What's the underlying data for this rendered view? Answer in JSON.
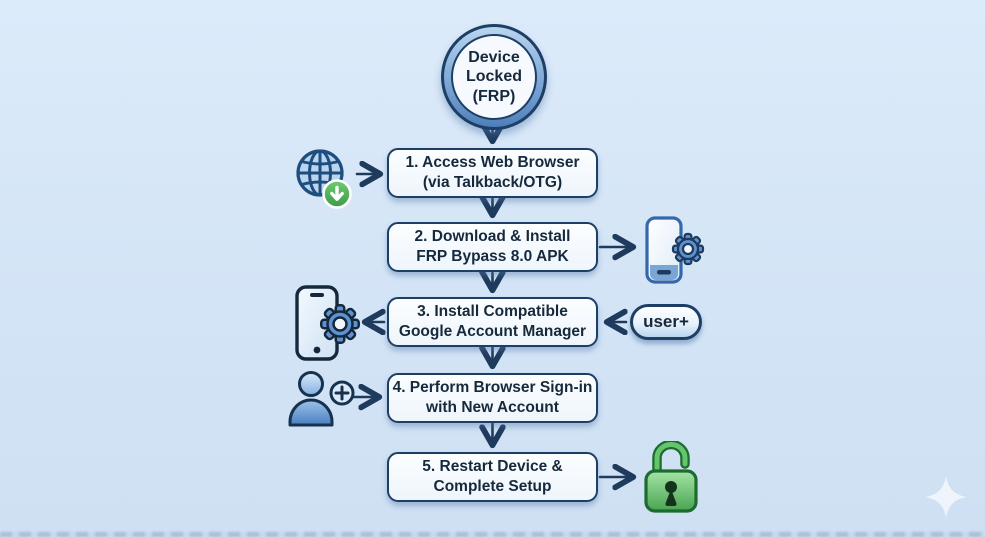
{
  "diagram": {
    "title_hint": "FRP bypass flowchart",
    "start": {
      "label": "Device\nLocked\n(FRP)"
    },
    "steps": [
      {
        "label": "1. Access Web Browser\n(via Talkback/OTG)"
      },
      {
        "label": "2. Download & Install\nFRP Bypass 8.0 APK"
      },
      {
        "label": "3. Install Compatible\nGoogle Account Manager"
      },
      {
        "label": "4. Perform Browser Sign-in\nwith New Account"
      },
      {
        "label": "5. Restart Device &\nComplete Setup"
      }
    ],
    "annotations": {
      "user_plus": "user+"
    },
    "icons": {
      "step1_left": "globe-download-icon",
      "step2_right": "phone-gear-icon",
      "step3_left": "phone-gear-icon",
      "step4_left": "add-user-icon",
      "step5_right": "unlocked-padlock-icon",
      "bottom_right": "sparkle-icon"
    },
    "colors": {
      "background": "#d6e6f7",
      "node_fill": "#f7fafd",
      "outline": "#1e3a5c",
      "accent_blue": "#5e93d0",
      "download_green": "#4cae54",
      "lock_green": "#55b35c"
    }
  }
}
